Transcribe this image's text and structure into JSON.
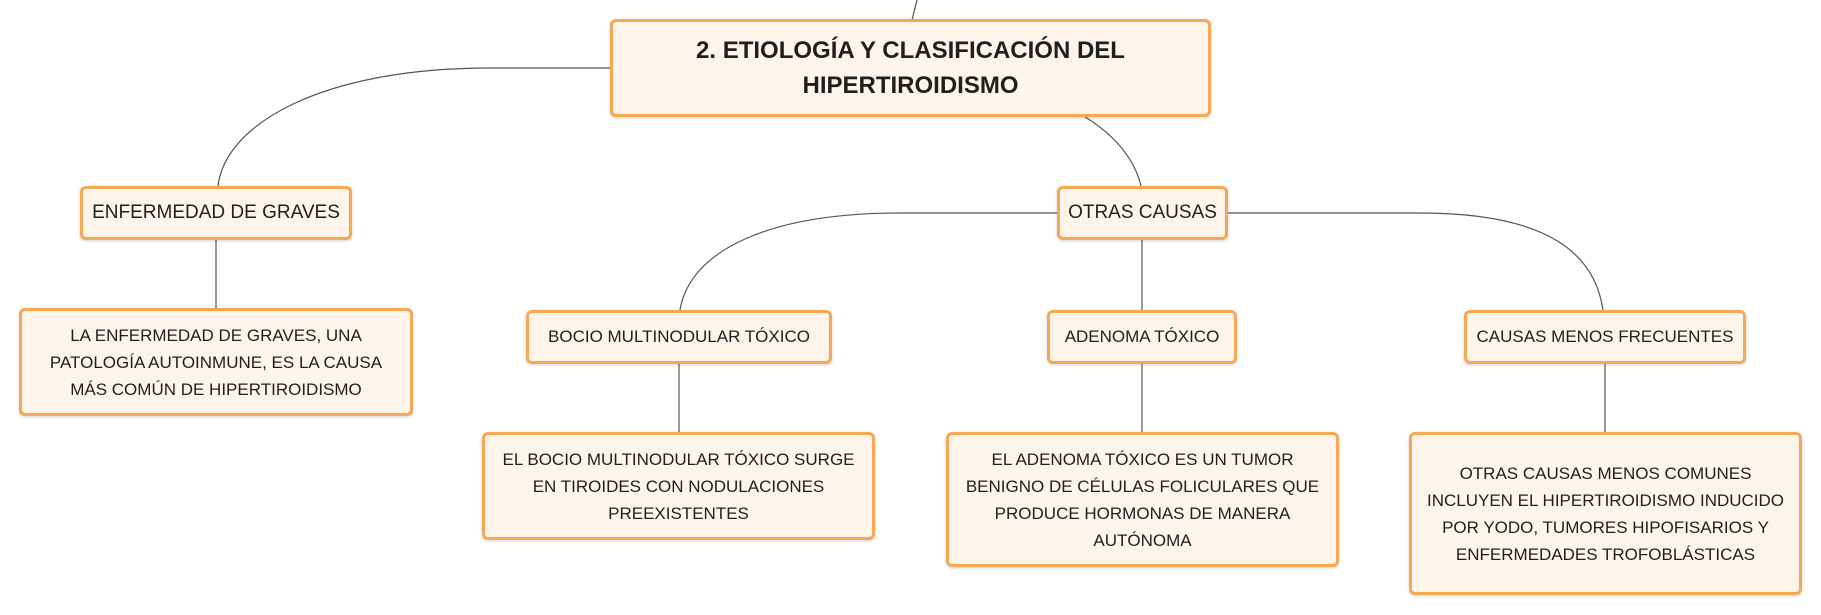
{
  "diagram": {
    "root": "2. ETIOLOGÍA Y CLASIFICACIÓN DEL HIPERTIROIDISMO",
    "graves": {
      "title": "ENFERMEDAD DE GRAVES",
      "description": "LA ENFERMEDAD DE GRAVES, UNA PATOLOGÍA AUTOINMUNE, ES LA CAUSA MÁS COMÚN DE HIPERTIROIDISMO"
    },
    "otras_causas": {
      "title": "OTRAS CAUSAS",
      "bocio": {
        "title": "BOCIO MULTINODULAR TÓXICO",
        "description": "EL BOCIO MULTINODULAR TÓXICO SURGE EN TIROIDES CON NODULACIONES PREEXISTENTES"
      },
      "adenoma": {
        "title": "ADENOMA TÓXICO",
        "description": "EL ADENOMA TÓXICO ES UN TUMOR BENIGNO DE CÉLULAS FOLICULARES QUE PRODUCE HORMONAS DE MANERA AUTÓNOMA"
      },
      "menos_frecuentes": {
        "title": "CAUSAS MENOS FRECUENTES",
        "description": "OTRAS CAUSAS MENOS COMUNES INCLUYEN EL HIPERTIROIDISMO INDUCIDO POR YODO, TUMORES HIPOFISARIOS Y ENFERMEDADES TROFOBLÁSTICAS"
      }
    }
  },
  "colors": {
    "node_fill": "#fef4ea",
    "node_border": "#f5a954",
    "connector": "#555555"
  }
}
